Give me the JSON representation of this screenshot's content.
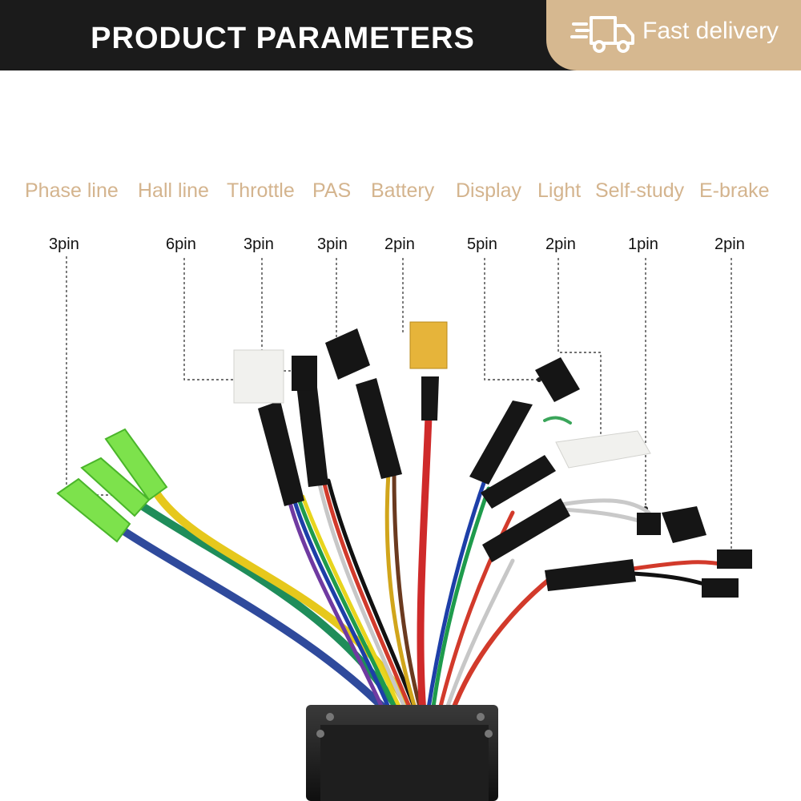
{
  "header": {
    "title": "PRODUCT PARAMETERS",
    "badge_text": "Fast delivery",
    "badge_icon": "delivery-truck-icon"
  },
  "colors": {
    "header_bg": "#1b1b1b",
    "badge_bg": "#d6b890",
    "label_color": "#d4b48e",
    "pin_color": "#111111"
  },
  "connectors": [
    {
      "label": "Phase line",
      "pins": "3pin"
    },
    {
      "label": "Hall line",
      "pins": "6pin"
    },
    {
      "label": "Throttle",
      "pins": "3pin"
    },
    {
      "label": "PAS",
      "pins": "3pin"
    },
    {
      "label": "Battery",
      "pins": "2pin"
    },
    {
      "label": "Display",
      "pins": "5pin"
    },
    {
      "label": "Light",
      "pins": "2pin"
    },
    {
      "label": "Self-study",
      "pins": "1pin"
    },
    {
      "label": "E-brake",
      "pins": "2pin"
    }
  ]
}
